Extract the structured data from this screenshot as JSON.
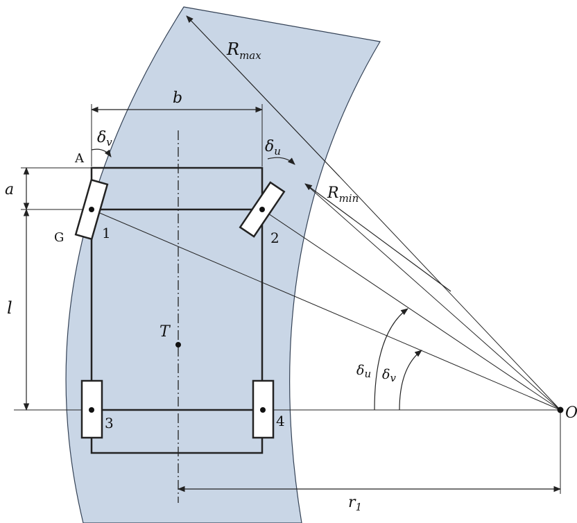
{
  "labels": {
    "R_max": {
      "main": "R",
      "sub": "max"
    },
    "R_min": {
      "main": "R",
      "sub": "min"
    },
    "b": "b",
    "a": "a",
    "l": "l",
    "T": "T",
    "r1": {
      "main": "r",
      "sub": "1"
    },
    "A": "A",
    "G": "G",
    "O": "O",
    "delta_v_top": {
      "main": "δ",
      "sub": "v"
    },
    "delta_u_top": {
      "main": "δ",
      "sub": "u"
    },
    "delta_u_bottom": {
      "main": "δ",
      "sub": "u"
    },
    "delta_v_bottom": {
      "main": "δ",
      "sub": "v"
    },
    "wheel_1": "1",
    "wheel_2": "2",
    "wheel_3": "3",
    "wheel_4": "4"
  },
  "colors": {
    "band_fill": "#c9d6e6",
    "band_stroke": "#334155",
    "line": "#222222"
  }
}
